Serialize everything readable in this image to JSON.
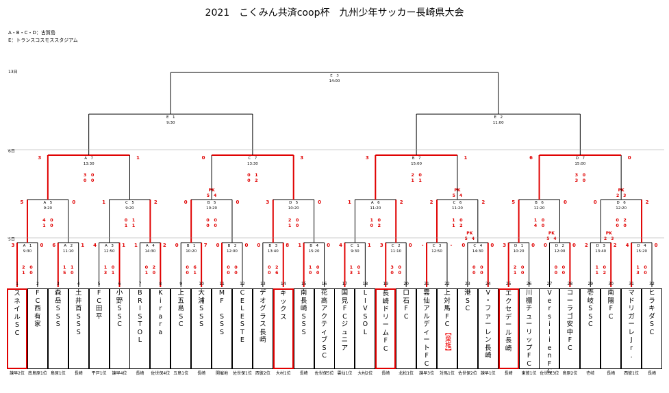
{
  "title": "2021　こくみん共済coop杯　九州少年サッカー長崎県大会",
  "notes": [
    "A・B・C・D：古賀島",
    "E：トランスコスモススタジアム"
  ],
  "days": {
    "day13": "13日",
    "day6": "6日",
    "day5": "5日"
  },
  "pk_label": "PK",
  "matches": [
    {
      "id": "E3",
      "code": "E　3",
      "time": "14:00"
    },
    {
      "id": "E1",
      "code": "E　1",
      "time": "9:30"
    },
    {
      "id": "E2",
      "code": "E　2",
      "time": "11:00"
    },
    {
      "id": "A7",
      "code": "A　7",
      "time": "13:30",
      "left": "3",
      "right": "1",
      "score_rows": [
        "3　0",
        "0　0"
      ]
    },
    {
      "id": "C7",
      "code": "C　7",
      "time": "13:30",
      "left": "0",
      "right": "3",
      "score_rows": [
        "0　1",
        "0　2"
      ]
    },
    {
      "id": "B7",
      "code": "B　7",
      "time": "15:00",
      "left": "3",
      "right": "1",
      "score_rows": [
        "2　0",
        "1　1"
      ]
    },
    {
      "id": "D7",
      "code": "D　7",
      "time": "15:00",
      "left": "6",
      "right": "0",
      "score_rows": [
        "3　0",
        "3　0"
      ]
    },
    {
      "id": "A5",
      "code": "A　5",
      "time": "9:20",
      "left": "5",
      "right": "0",
      "score_rows": [
        "4　0",
        "1　0"
      ]
    },
    {
      "id": "C5",
      "code": "C　5",
      "time": "9:20",
      "left": "1",
      "right": "2",
      "score_rows": [
        "0　1",
        "1　1"
      ]
    },
    {
      "id": "B5",
      "code": "B　5",
      "time": "10:20",
      "left": "0",
      "right": "0",
      "pk": "5　4",
      "score_rows": [
        "0　0",
        "0　0"
      ]
    },
    {
      "id": "D5",
      "code": "D　5",
      "time": "10:20",
      "left": "3",
      "right": "0",
      "score_rows": [
        "2　0",
        "1　0"
      ]
    },
    {
      "id": "A6",
      "code": "A　6",
      "time": "11:20",
      "left": "1",
      "right": "2",
      "score_rows": [
        "1　0",
        "0　2"
      ]
    },
    {
      "id": "C6",
      "code": "C　6",
      "time": "11:20",
      "left": "2",
      "right": "2",
      "pk": "5　4",
      "score_rows": [
        "1　0",
        "1　2"
      ]
    },
    {
      "id": "B6",
      "code": "B　6",
      "time": "12:20",
      "left": "5",
      "right": "0",
      "score_rows": [
        "1　0",
        "4　0"
      ]
    },
    {
      "id": "D6",
      "code": "D　6",
      "time": "12:20",
      "left": "0",
      "right": "2",
      "pk": "2　3",
      "score_rows": [
        "0　2",
        "0　0"
      ]
    },
    {
      "id": "A1",
      "code": "A　1",
      "time": "9:30",
      "left": "3",
      "right": "0",
      "score_rows": [
        "2　0",
        "1　0"
      ]
    },
    {
      "id": "A2",
      "code": "A　2",
      "time": "11:10",
      "left": "6",
      "right": "1",
      "score_rows": [
        "1　1",
        "5　0"
      ]
    },
    {
      "id": "A3",
      "code": "A　3",
      "time": "12:50",
      "left": "4",
      "right": "1",
      "score_rows": [
        "1　0",
        "3　1"
      ]
    },
    {
      "id": "A4",
      "code": "A　4",
      "time": "14:30",
      "left": "1",
      "right": "2",
      "score_rows": [
        "0　2",
        "1　0"
      ]
    },
    {
      "id": "B1",
      "code": "B　1",
      "time": "10:20",
      "left": "0",
      "right": "7",
      "score_rows": [
        "0　6",
        "0　1"
      ]
    },
    {
      "id": "B2",
      "code": "B　2",
      "time": "12:00",
      "left": "0",
      "right": "0",
      "score_rows": [
        "0　0",
        "0　0"
      ]
    },
    {
      "id": "B3",
      "code": "B　3",
      "time": "13:40",
      "left": "0",
      "right": "8",
      "score_rows": [
        "0　2",
        "0　6"
      ]
    },
    {
      "id": "B4",
      "code": "B　4",
      "time": "15:20",
      "left": "1",
      "right": "0",
      "score_rows": [
        "1　0",
        "0　0"
      ]
    },
    {
      "id": "C1",
      "code": "C　1",
      "time": "9:30",
      "left": "4",
      "right": "1",
      "score_rows": [
        "1　0",
        "3　1"
      ]
    },
    {
      "id": "C2",
      "code": "C　2",
      "time": "11:10",
      "left": "3",
      "right": "0",
      "score_rows": [
        "3　0",
        "0　0"
      ]
    },
    {
      "id": "C3",
      "code": "C　3",
      "time": "12:50",
      "left": "-",
      "right": "-",
      "score_rows": [
        "",
        ""
      ]
    },
    {
      "id": "C4",
      "code": "C　4",
      "time": "14:30",
      "left": "0",
      "right": "0",
      "pk": "5　4",
      "score_rows": [
        "0　0",
        "0　0"
      ]
    },
    {
      "id": "D1",
      "code": "D　1",
      "time": "10:20",
      "left": "3",
      "right": "0",
      "score_rows": [
        "2　0",
        "1　0"
      ]
    },
    {
      "id": "D2",
      "code": "D　2",
      "time": "12:00",
      "left": "0",
      "right": "0",
      "pk": "5　4",
      "score_rows": [
        "0　0",
        "0　0"
      ]
    },
    {
      "id": "D3",
      "code": "D　3",
      "time": "13:40",
      "left": "2",
      "right": "2",
      "pk": "2　3",
      "score_rows": [
        "1　0",
        "1　2"
      ]
    },
    {
      "id": "D4",
      "code": "D　4",
      "time": "15:20",
      "left": "4",
      "right": "0",
      "score_rows": [
        "1　0",
        "3　0"
      ]
    }
  ],
  "teams": [
    {
      "no": "1",
      "name": "スネイルSC",
      "from": "諫早2位"
    },
    {
      "no": "2",
      "name": "FC西有家",
      "from": "南島原1位"
    },
    {
      "no": "3",
      "name": "森岳SSS",
      "from": "島原1位"
    },
    {
      "no": "4",
      "name": "土井首SSS",
      "from": "長崎"
    },
    {
      "no": "5",
      "name": "FC田平",
      "from": "平戸1位"
    },
    {
      "no": "6",
      "name": "小野SSC",
      "from": "諫早4位"
    },
    {
      "no": "7",
      "name": "BRISTOL",
      "from": "長崎"
    },
    {
      "no": "8",
      "name": "Kirara",
      "from": "佐世保4位"
    },
    {
      "no": "9",
      "name": "上五島SC",
      "from": "五島1位"
    },
    {
      "no": "10",
      "name": "大浦SSS",
      "from": "長崎"
    },
    {
      "no": "11",
      "name": "MF　SSS",
      "from": "開催地"
    },
    {
      "no": "12",
      "name": "CELESTE",
      "from": "佐世保1位"
    },
    {
      "no": "13",
      "name": "デオグラス長崎",
      "from": "西彼2位"
    },
    {
      "no": "14",
      "name": "キックス",
      "from": "大村1位"
    },
    {
      "no": "15",
      "name": "南長崎SSS",
      "from": "長崎"
    },
    {
      "no": "16",
      "name": "花高アクティブSC",
      "from": "佐世保5位"
    },
    {
      "no": "17",
      "name": "国見FCジュニア",
      "from": "雲仙1位"
    },
    {
      "no": "18",
      "name": "LIVSOL",
      "from": "大村2位"
    },
    {
      "no": "19",
      "name": "長崎ドリームFC",
      "from": "長崎"
    },
    {
      "no": "20",
      "name": "口石FC",
      "from": "北松1位"
    },
    {
      "no": "21",
      "name": "雲仙アルディートFC",
      "from": "諫早3位"
    },
    {
      "no": "22",
      "name": "上対馬FC",
      "from": "対馬1位",
      "tag": "【棄権】"
    },
    {
      "no": "23",
      "name": "港SC",
      "from": "佐世保2位"
    },
    {
      "no": "24",
      "name": "V・ファーレン長崎",
      "from": "諫早1位"
    },
    {
      "no": "25",
      "name": "エクセデール長崎",
      "from": "長崎"
    },
    {
      "no": "26",
      "name": "川棚チューリップFC",
      "from": "東彼1位"
    },
    {
      "no": "27",
      "name": "VersilienFC",
      "from": "佐世保3位"
    },
    {
      "no": "28",
      "name": "コーラゴ安中FC",
      "from": "島原2位"
    },
    {
      "no": "29",
      "name": "壱岐SSC",
      "from": "壱岐"
    },
    {
      "no": "30",
      "name": "南陽FC",
      "from": "長崎"
    },
    {
      "no": "31",
      "name": "マドリガーレJr.",
      "from": "西彼1位"
    },
    {
      "no": "32",
      "name": "ヒラキダSC",
      "from": "長崎"
    }
  ],
  "colors": {
    "win": "#e00000",
    "line": "#000000"
  }
}
